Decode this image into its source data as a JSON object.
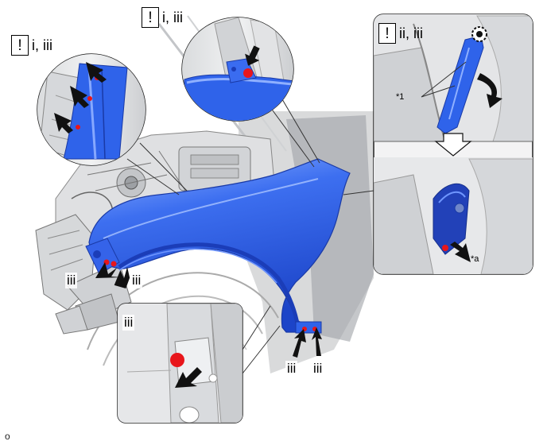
{
  "callouts": {
    "top_left": {
      "caution_mark": "!",
      "steps": "i, iii"
    },
    "top_center": {
      "caution_mark": "!",
      "steps": "i, iii"
    },
    "right": {
      "caution_mark": "!",
      "steps": "ii, iii",
      "part_label": "*1",
      "point_label": "*a"
    },
    "bottom_detail": {
      "step": "iii"
    }
  },
  "step_labels": {
    "front_left": "iii",
    "front_right": "iii",
    "bottom_left": "iii",
    "bottom_right": "iii"
  },
  "figure_code": "o",
  "colors": {
    "fender_blue": "#2f63ea",
    "fender_highlight": "#7ea6ff",
    "bolt_red": "#e8161b",
    "arrow_black": "#111111",
    "engine_gray": "#cfd1d4",
    "outline_gray": "#555555"
  }
}
